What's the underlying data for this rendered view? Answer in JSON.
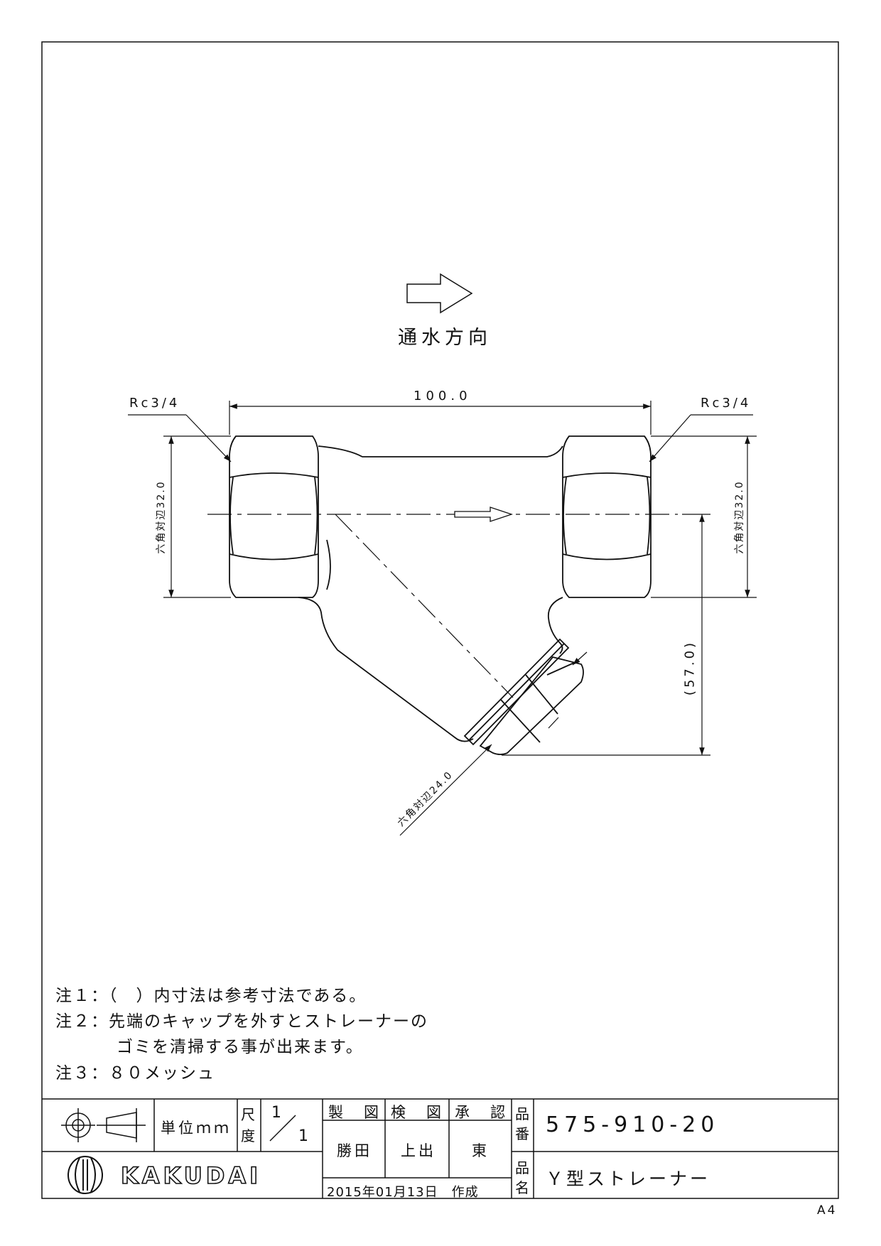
{
  "drawing": {
    "flow_direction_label": "通水方向",
    "overall_length": "100.0",
    "thread_left": "Rc3/4",
    "thread_right": "Rc3/4",
    "hex_left": "六角対辺32.0",
    "hex_right": "六角対辺32.0",
    "depth_reference": "(57.0)",
    "cap_hex": "六角対辺24.0"
  },
  "notes": [
    "注１：（　）内寸法は参考寸法である。",
    "注２：先端のキャップを外すとストレーナーの",
    "ゴミを清掃する事が出来ます。",
    "注３：８０メッシュ"
  ],
  "title_block": {
    "unit_label": "単位ｍｍ",
    "scale_label_1": "尺",
    "scale_label_2": "度",
    "scale_num": "1",
    "scale_den": "1",
    "drawn_header": "製　図",
    "checked_header": "検　図",
    "approved_header": "承　認",
    "drawn_by": "勝田",
    "checked_by": "上出",
    "approved_by": "東",
    "part_no_label_1": "品",
    "part_no_label_2": "番",
    "part_no": "575-910-20",
    "part_name_label_1": "品",
    "part_name_label_2": "名",
    "part_name": "Ｙ型ストレーナー",
    "company": "KAKUDAI",
    "date_created": "2015年01月13日　作成"
  },
  "paper_size": "A4"
}
